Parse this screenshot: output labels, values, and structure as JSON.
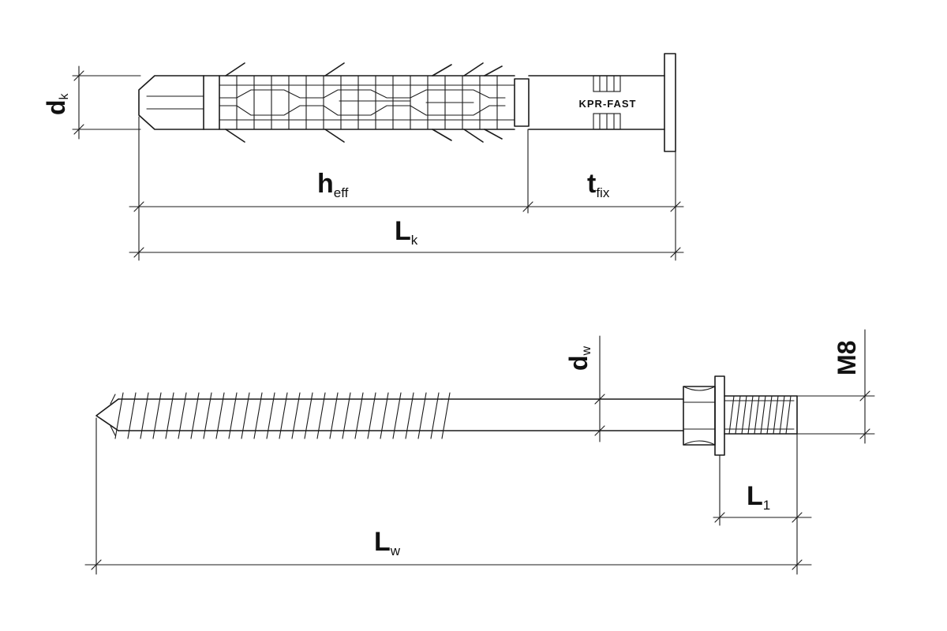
{
  "anchor": {
    "brand_text": "KPR-FAST",
    "dims": {
      "dk": {
        "main": "d",
        "sub": "k"
      },
      "heff": {
        "main": "h",
        "sub": "eff"
      },
      "tfix": {
        "main": "t",
        "sub": "fix"
      },
      "lk": {
        "main": "L",
        "sub": "k"
      }
    }
  },
  "screw": {
    "dims": {
      "dw": {
        "main": "d",
        "sub": "w"
      },
      "m8": {
        "main": "M8"
      },
      "l1": {
        "main": "L",
        "sub": "1"
      },
      "lw": {
        "main": "L",
        "sub": "w"
      }
    }
  }
}
